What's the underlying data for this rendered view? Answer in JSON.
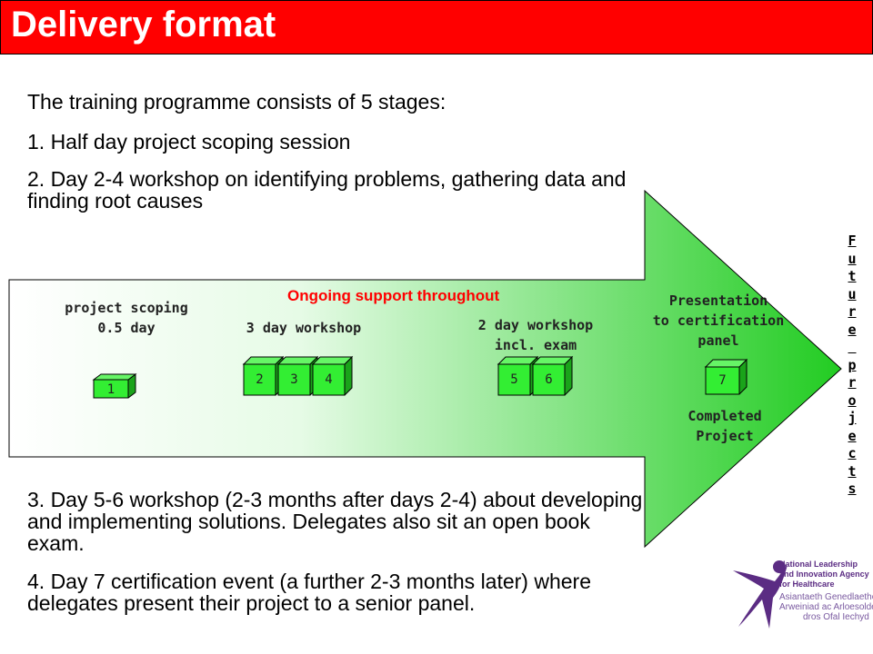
{
  "title": "Delivery format",
  "paragraphs": {
    "intro": "The training programme consists of 5 stages:",
    "p1": "1. Half day project scoping session",
    "p2": "2. Day 2-4 workshop on identifying problems, gathering data and finding root causes",
    "p3": "3. Day 5-6 workshop (2-3 months after days 2-4) about developing and implementing solutions. Delegates also sit an open book exam.",
    "p4": "4. Day 7 certification event (a further 2-3 months later) where delegates present their project to a senior panel."
  },
  "diagram": {
    "support": "Ongoing support throughout",
    "stages": [
      {
        "label_line1": "project scoping",
        "label_line2": "0.5 day",
        "boxes": [
          "1"
        ]
      },
      {
        "label_line1": "3 day workshop",
        "boxes": [
          "2",
          "3",
          "4"
        ]
      },
      {
        "label_line1": "2 day workshop",
        "label_line2": "incl. exam",
        "boxes": [
          "5",
          "6"
        ]
      },
      {
        "label_line1": "Presentation",
        "label_line2": "to certification",
        "label_line3": "panel",
        "boxes": [
          "7"
        ],
        "below_line1": "Completed",
        "below_line2": "Project"
      }
    ],
    "future_label": "Future projects",
    "arrow_color": "#33cc33",
    "box_color": "#33ee33"
  },
  "logo": {
    "line1": "National Leadership",
    "line2": "and Innovation Agency",
    "line3": "for Healthcare",
    "line4": "Asiantaeth Genedlaethol",
    "line5": "Arweiniad ac Arloesoldeb",
    "line6": "dros Ofal Iechyd",
    "brand_color": "#5b2c83"
  }
}
